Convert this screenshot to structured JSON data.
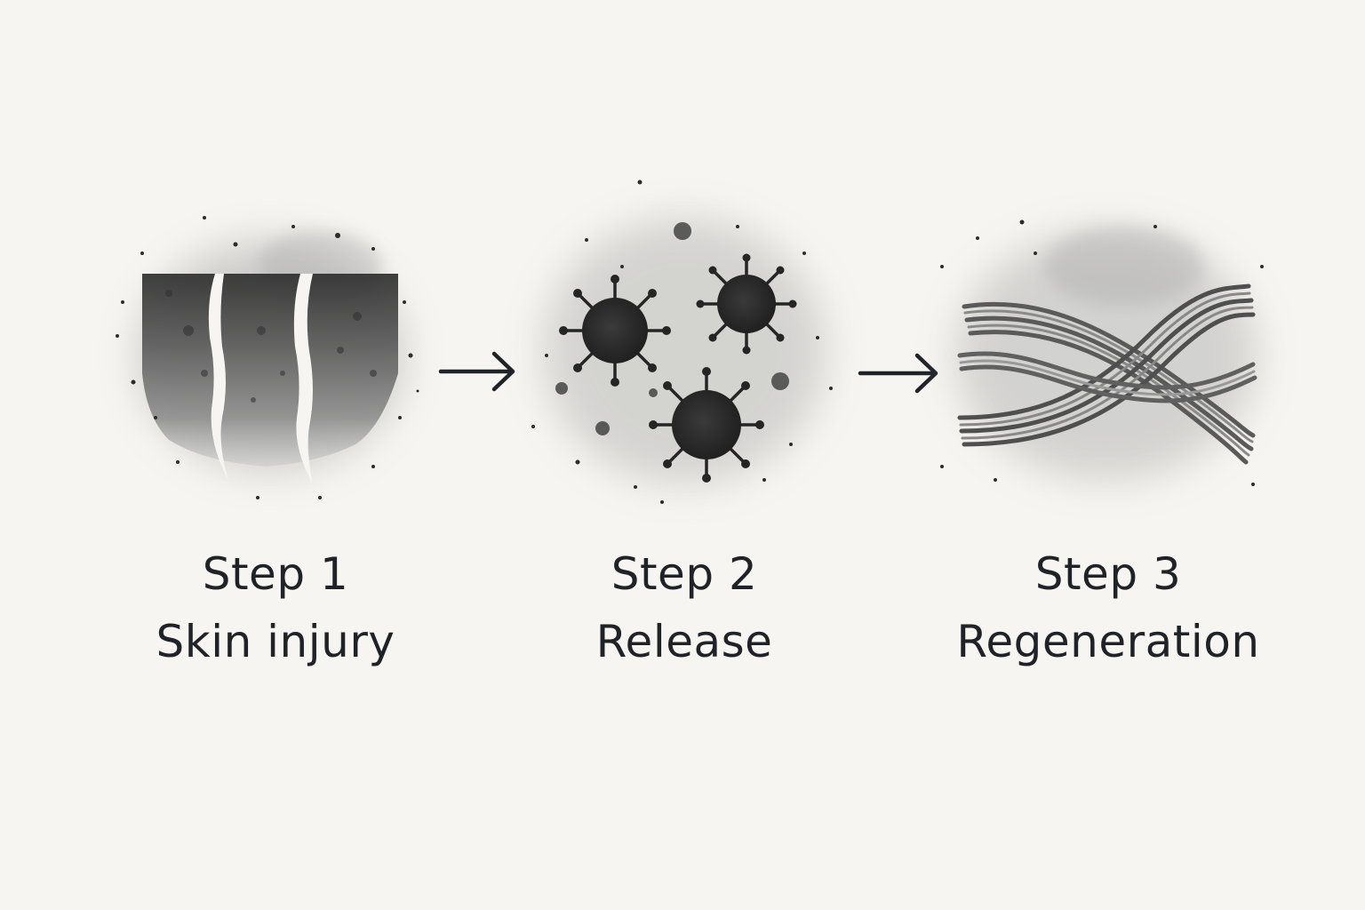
{
  "steps": [
    {
      "title": "Step 1",
      "caption": "Skin injury",
      "icon": "skin-crack-icon"
    },
    {
      "title": "Step 2",
      "caption": "Release",
      "icon": "particle-release-icon"
    },
    {
      "title": "Step 3",
      "caption": "Regeneration",
      "icon": "fiber-bundle-icon"
    }
  ],
  "arrows": [
    {
      "icon": "arrow-right-icon"
    },
    {
      "icon": "arrow-right-icon"
    }
  ],
  "colors": {
    "background": "#f6f5f1",
    "ink": "#1f2328",
    "wash": "#9a9a9a"
  }
}
